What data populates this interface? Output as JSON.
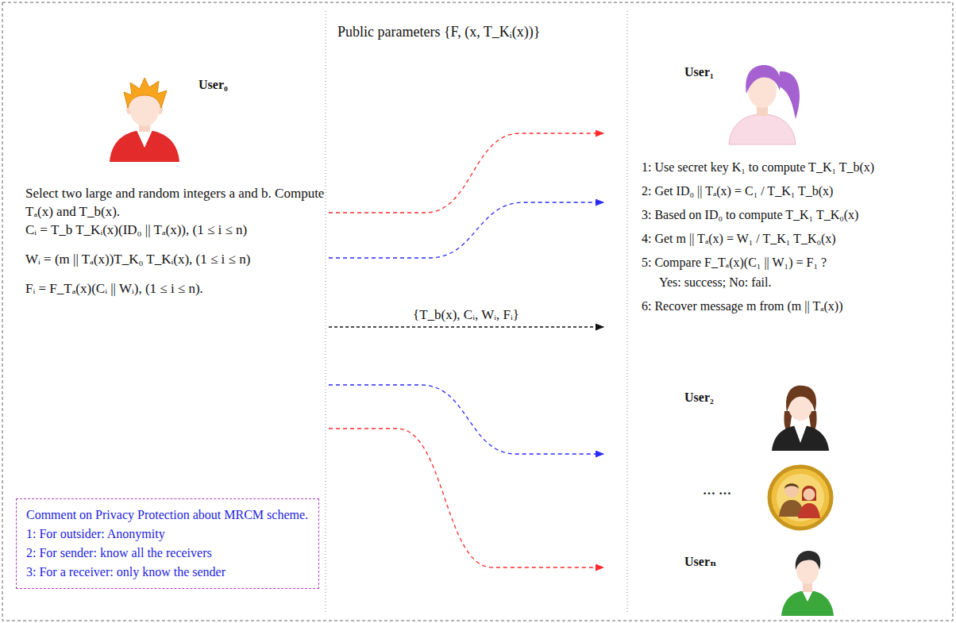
{
  "diagram": {
    "nodes": [
      {
        "text": [
          "User₀",
          "Select two large and random integers a and b. Compute Tₐ(x) and T_b(x).",
          "Cᵢ = T_b T_Kᵢ(x)(ID₀ || Tₐ(x)), (1 ≤ i ≤ n)",
          "Wᵢ = (m || Tₐ(x))T_K₀ T_Kᵢ(x), (1 ≤ i ≤ n)",
          "Fᵢ = F_Tₐ(x)(Cᵢ || Wᵢ), (1 ≤ i ≤ n)."
        ]
      },
      {
        "text": [
          "User₁",
          "1: Use secret key K₁ to compute T_K₁ T_b(x)",
          "2: Get ID₀ || Tₐ(x) = C₁ / T_K₁ T_b(x)",
          "3: Based on ID₀ to compute T_K₁ T_K₀(x)",
          "4: Get m || Tₐ(x) = W₁ / T_K₁ T_K₀(x)",
          "5: Compare F_Tₐ(x)(C₁ || W₁) = F₁ ?",
          "Yes: success; No: fail.",
          "6: Recover message m from (m || Tₐ(x))"
        ]
      },
      {
        "text": [
          "User₂"
        ]
      },
      {
        "text": [
          "… …"
        ]
      },
      {
        "text": [
          "Userₙ"
        ]
      },
      {
        "text": [
          "Comment on Privacy Protection about MRCM scheme.",
          "1: For outsider: Anonymity",
          "2: For sender: know all the receivers",
          "3: For a receiver: only know the sender"
        ]
      }
    ],
    "edges": [
      {
        "from": 0,
        "to": 1,
        "arrow": "to"
      },
      {
        "from": 0,
        "to": 1,
        "arrow": "to"
      },
      {
        "from": 0,
        "to": 1,
        "arrow": "to",
        "label": "{T_b(x), Cᵢ, Wᵢ, Fᵢ}"
      },
      {
        "from": 0,
        "to": 2,
        "arrow": "to"
      },
      {
        "from": 0,
        "to": 4,
        "arrow": "to"
      }
    ],
    "labels": [
      "Public parameters {F, (x, T_Kᵢ(x))}"
    ]
  }
}
